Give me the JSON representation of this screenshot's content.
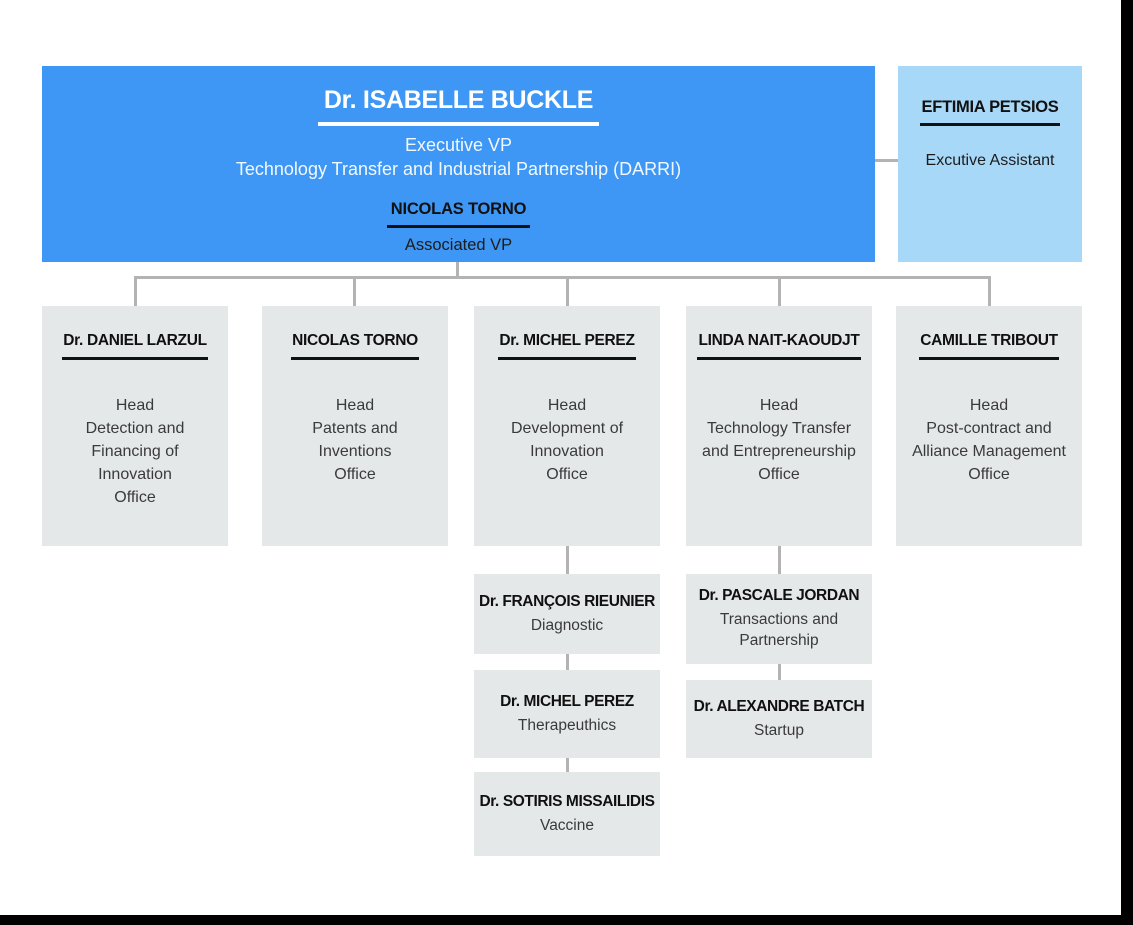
{
  "colors": {
    "exec_blue": "#3e97f5",
    "assistant_light_blue": "#a8d8f7",
    "box_gray": "#e5e8e9",
    "connector_gray": "#b3b3b3",
    "letterbox_black": "#000000"
  },
  "exec_box": {
    "name": "Dr. ISABELLE BUCKLE",
    "title": "Executive VP",
    "subtitle": "Technology Transfer and Industrial Partnership (DARRI)",
    "deputy_name": "NICOLAS TORNO",
    "deputy_title": "Associated VP"
  },
  "assistant_box": {
    "name": "EFTIMIA PETSIOS",
    "title": "Excutive Assistant"
  },
  "departments": [
    {
      "name": "Dr. DANIEL LARZUL",
      "role": "Head\nDetection and\nFinancing of\nInnovation\nOffice"
    },
    {
      "name": "NICOLAS TORNO",
      "role": "Head\nPatents and\nInventions\nOffice"
    },
    {
      "name": "Dr. MICHEL PEREZ",
      "role": "Head\nDevelopment of\nInnovation\nOffice"
    },
    {
      "name": "LINDA NAIT-KAOUDJT",
      "role": "Head\nTechnology Transfer\nand Entrepreneurship\nOffice"
    },
    {
      "name": "CAMILLE TRIBOUT",
      "role": "Head\nPost-contract and\nAlliance Management\nOffice"
    }
  ],
  "innovation_units": [
    {
      "name": "Dr. FRANÇOIS RIEUNIER",
      "role": "Diagnostic"
    },
    {
      "name": "Dr. MICHEL PEREZ",
      "role": "Therapeuthics"
    },
    {
      "name": "Dr. SOTIRIS MISSAILIDIS",
      "role": "Vaccine"
    }
  ],
  "transfer_units": [
    {
      "name": "Dr. PASCALE JORDAN",
      "role": "Transactions and\nPartnership"
    },
    {
      "name": "Dr. ALEXANDRE BATCH",
      "role": "Startup"
    }
  ]
}
